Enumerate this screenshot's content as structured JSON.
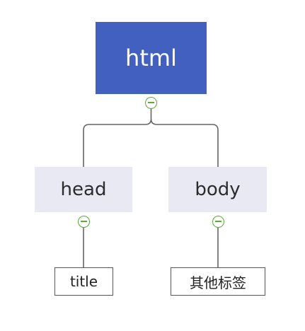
{
  "diagram": {
    "root": {
      "label": "html",
      "fill": "#4260c0",
      "text_color": "#ffffff"
    },
    "children": [
      {
        "label": "head",
        "fill": "#e8e9f3",
        "children": [
          {
            "label": "title"
          }
        ]
      },
      {
        "label": "body",
        "fill": "#e8e9f3",
        "children": [
          {
            "label": "其他标签"
          }
        ]
      }
    ],
    "connector_color": "#666666",
    "collapse_icon": "collapse-minus-icon",
    "collapse_color": "#5fa83a"
  }
}
